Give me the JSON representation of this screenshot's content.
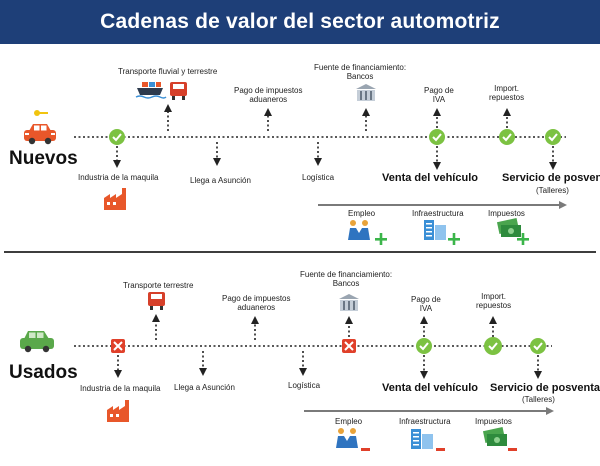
{
  "title": "Cadenas de valor del sector automotriz",
  "colors": {
    "header": "#1e3f78",
    "check": "#7cc242",
    "cross": "#e0402a",
    "orange": "#e8572a",
    "truck": "#d6402a",
    "plus": "#3bb54a",
    "minus": "#e0402a",
    "line": "#222222",
    "arrow": "#7a7a7a"
  },
  "nuevos": {
    "title": "Nuevos",
    "transport": "Transporte fluvial y terrestre",
    "taxes": [
      "Pago de impuestos",
      "aduaneros"
    ],
    "finance": [
      "Fuente de financiamiento:",
      "Bancos"
    ],
    "iva": [
      "Pago de",
      "IVA"
    ],
    "imports": [
      "Import.",
      "repuestos"
    ],
    "maquila": "Industria de la maquila",
    "asuncion": "Llega a Asunción",
    "logistica": "Logística",
    "venta": "Venta del vehículo",
    "posventa": "Servicio de posventa",
    "talleres": "(Talleres)",
    "impact": [
      "Empleo",
      "Infraestructura",
      "Impuestos"
    ]
  },
  "usados": {
    "title": "Usados",
    "transport": "Transporte terrestre",
    "taxes": [
      "Pago de impuestos",
      "aduaneros"
    ],
    "finance": [
      "Fuente de financiamiento:",
      "Bancos"
    ],
    "iva": [
      "Pago de",
      "IVA"
    ],
    "imports": [
      "Import.",
      "repuestos"
    ],
    "maquila": "Industria de la maquila",
    "asuncion": "Llega a Asunción",
    "logistica": "Logística",
    "venta": "Venta del vehículo",
    "posventa": "Servicio de posventa",
    "talleres": "(Talleres)",
    "impact": [
      "Empleo",
      "Infraestructura",
      "Impuestos"
    ]
  },
  "icons": {
    "car": "car-icon",
    "check": "check-icon",
    "cross": "cross-icon",
    "truck": "truck-icon",
    "ship": "ship-icon",
    "bank": "bank-icon",
    "factory": "factory-icon",
    "handshake": "handshake-icon",
    "buildings": "buildings-icon",
    "money": "money-icon"
  }
}
